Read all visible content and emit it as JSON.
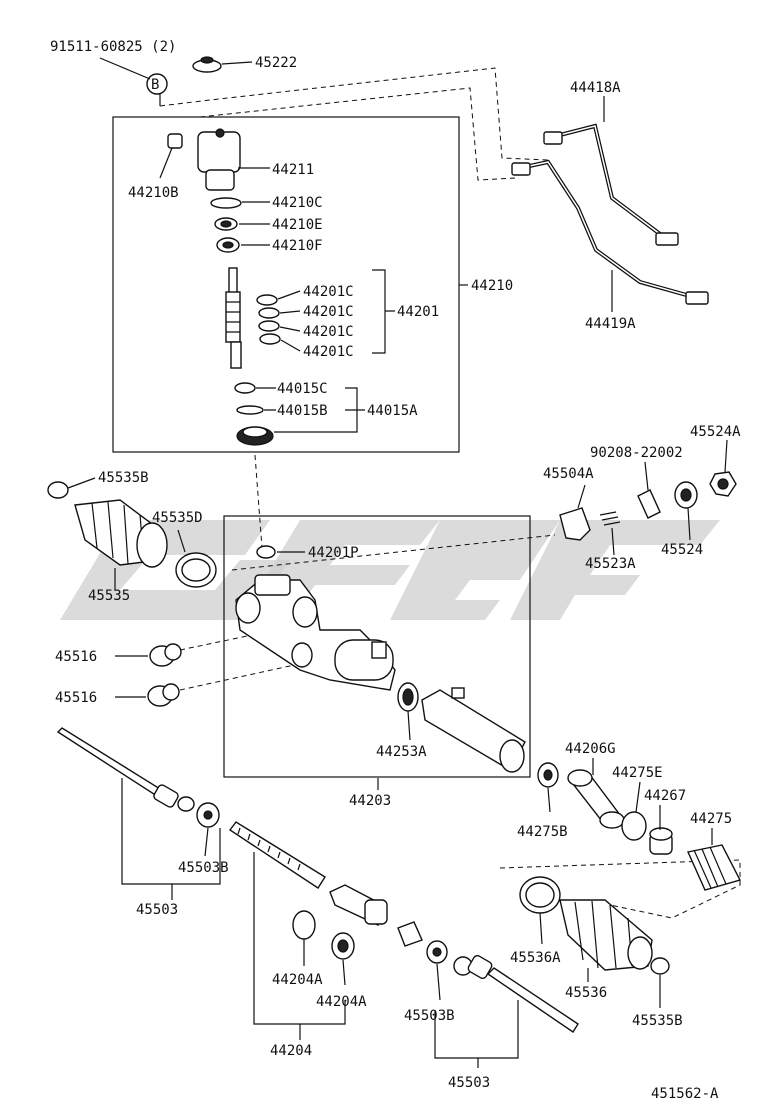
{
  "diagram": {
    "drawing_number": "451562-A",
    "callout_b": "B",
    "labels": {
      "p91511": "91511-60825 (2)",
      "p45222": "45222",
      "p44211": "44211",
      "p44210B": "44210B",
      "p44210C": "44210C",
      "p44210E": "44210E",
      "p44210F": "44210F",
      "p44210": "44210",
      "p44201C_1": "44201C",
      "p44201C_2": "44201C",
      "p44201C_3": "44201C",
      "p44201C_4": "44201C",
      "p44201": "44201",
      "p44015C": "44015C",
      "p44015B": "44015B",
      "p44015A": "44015A",
      "p44418A": "44418A",
      "p44419A": "44419A",
      "p45524A": "45524A",
      "p90208": "90208-22002",
      "p45504A": "45504A",
      "p45523A": "45523A",
      "p45524": "45524",
      "p45535B_top": "45535B",
      "p45535D": "45535D",
      "p45535": "45535",
      "p44201P": "44201P",
      "p45516_a": "45516",
      "p45516_b": "45516",
      "p44253A": "44253A",
      "p44203": "44203",
      "p44206G": "44206G",
      "p44275E": "44275E",
      "p44267": "44267",
      "p44275": "44275",
      "p44275B": "44275B",
      "p45503B_left": "45503B",
      "p45503_left": "45503",
      "p45536A": "45536A",
      "p45536": "45536",
      "p45535B_bottom": "45535B",
      "p44204A_1": "44204A",
      "p44204A_2": "44204A",
      "p44204": "44204",
      "p45503B_right": "45503B",
      "p45503_right": "45503"
    }
  }
}
